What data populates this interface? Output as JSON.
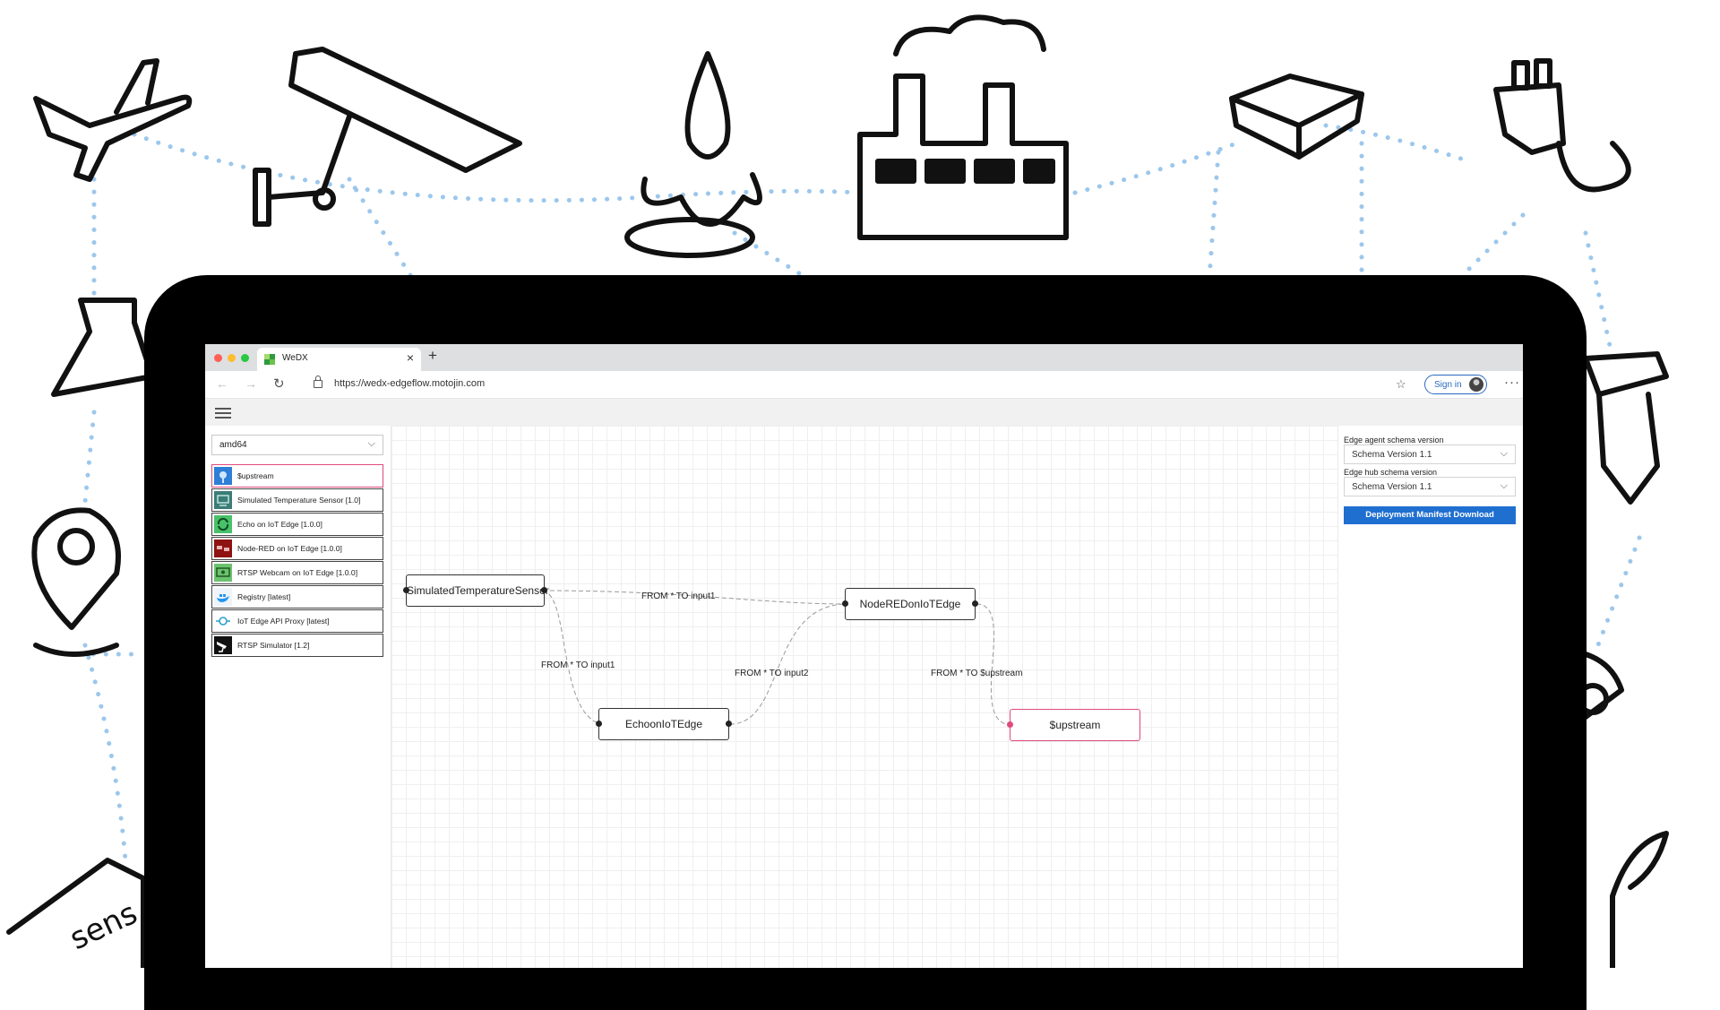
{
  "browser": {
    "tab_title": "WeDX",
    "url": "https://wedx-edgeflow.motojin.com",
    "sign_in_label": "Sign in"
  },
  "left_panel": {
    "arch_select": "amd64",
    "modules": [
      {
        "label": "$upstream",
        "icon": "upstream-icon"
      },
      {
        "label": "Simulated Temperature Sensor [1.0]",
        "icon": "sensor-icon"
      },
      {
        "label": "Echo on IoT Edge [1.0.0]",
        "icon": "echo-icon"
      },
      {
        "label": "Node-RED on IoT Edge [1.0.0]",
        "icon": "node-red-icon"
      },
      {
        "label": "RTSP Webcam on IoT Edge [1.0.0]",
        "icon": "webcam-icon"
      },
      {
        "label": "Registry [latest]",
        "icon": "docker-icon"
      },
      {
        "label": "IoT Edge API Proxy [latest]",
        "icon": "proxy-icon"
      },
      {
        "label": "RTSP Simulator [1.2]",
        "icon": "rtsp-simulator-icon"
      }
    ]
  },
  "right_panel": {
    "agent_label": "Edge agent schema version",
    "agent_value": "Schema Version 1.1",
    "hub_label": "Edge hub schema version",
    "hub_value": "Schema Version 1.1",
    "download_label": "Deployment Manifest Download"
  },
  "flow": {
    "nodes": {
      "sensor": "SimulatedTemperatureSensor",
      "nodered": "NodeREDonIoTEdge",
      "echo": "EchoonIoTEdge",
      "upstream": "$upstream"
    },
    "edges": {
      "sensor_nodered": "FROM * TO input1",
      "sensor_echo": "FROM * TO input1",
      "echo_nodered": "FROM * TO input2",
      "nodered_upstream": "FROM * TO $upstream"
    }
  },
  "colors": {
    "accent": "#1f6fd0",
    "upstream": "#e0497d"
  }
}
